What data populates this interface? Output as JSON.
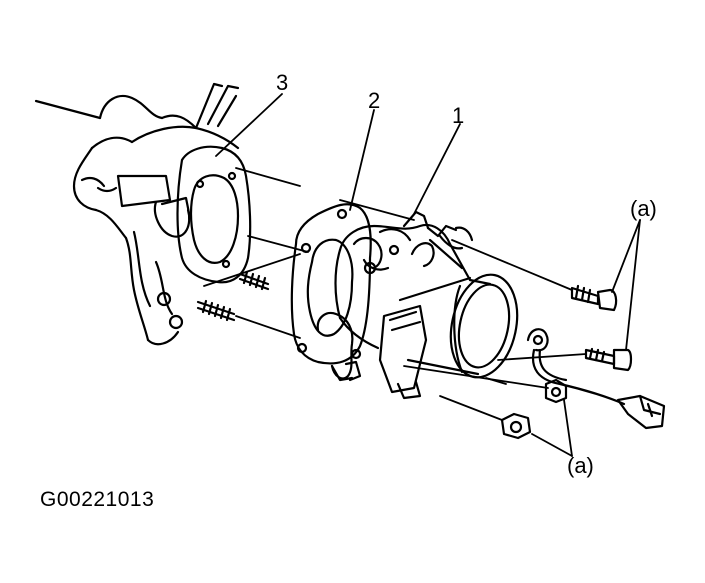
{
  "callouts": {
    "throttle_body": "1",
    "gasket": "2",
    "intake_manifold": "3",
    "bolts": "(a)",
    "nuts": "(a)"
  },
  "figure_id": "G00221013"
}
